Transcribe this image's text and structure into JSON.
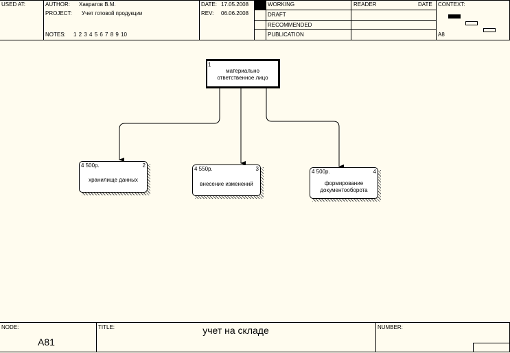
{
  "header": {
    "used_at_label": "USED AT:",
    "author_label": "AUTHOR:",
    "author_value": "Хавратов В.М.",
    "project_label": "PROJECT:",
    "project_value": "Учет готовой продукции",
    "notes_label": "NOTES:",
    "notes_value": "1  2  3  4  5  6  7  8  9  10",
    "date_label": "DATE:",
    "date_value": "17.05.2008",
    "rev_label": "REV:",
    "rev_value": "06.06.2008",
    "status": [
      "WORKING",
      "DRAFT",
      "RECOMMENDED",
      "PUBLICATION"
    ],
    "reader_label": "READER",
    "reader_date_label": "DATE",
    "context_label": "CONTEXT:",
    "context_node": "A8"
  },
  "diagram": {
    "parent": {
      "number": "1",
      "label_line1": "материально",
      "label_line2": "ответственное лицо"
    },
    "children": [
      {
        "number": "2",
        "cost": "4 500р.",
        "label_line1": "хранилище данных",
        "label_line2": ""
      },
      {
        "number": "3",
        "cost": "4 550р.",
        "label_line1": "внесение изменений",
        "label_line2": ""
      },
      {
        "number": "4",
        "cost": "4 500р.",
        "label_line1": "формирование",
        "label_line2": "документооборота"
      }
    ]
  },
  "footer": {
    "node_label": "NODE:",
    "node_value": "A81",
    "title_label": "TITLE:",
    "title_value": "учет на складе",
    "number_label": "NUMBER:"
  }
}
